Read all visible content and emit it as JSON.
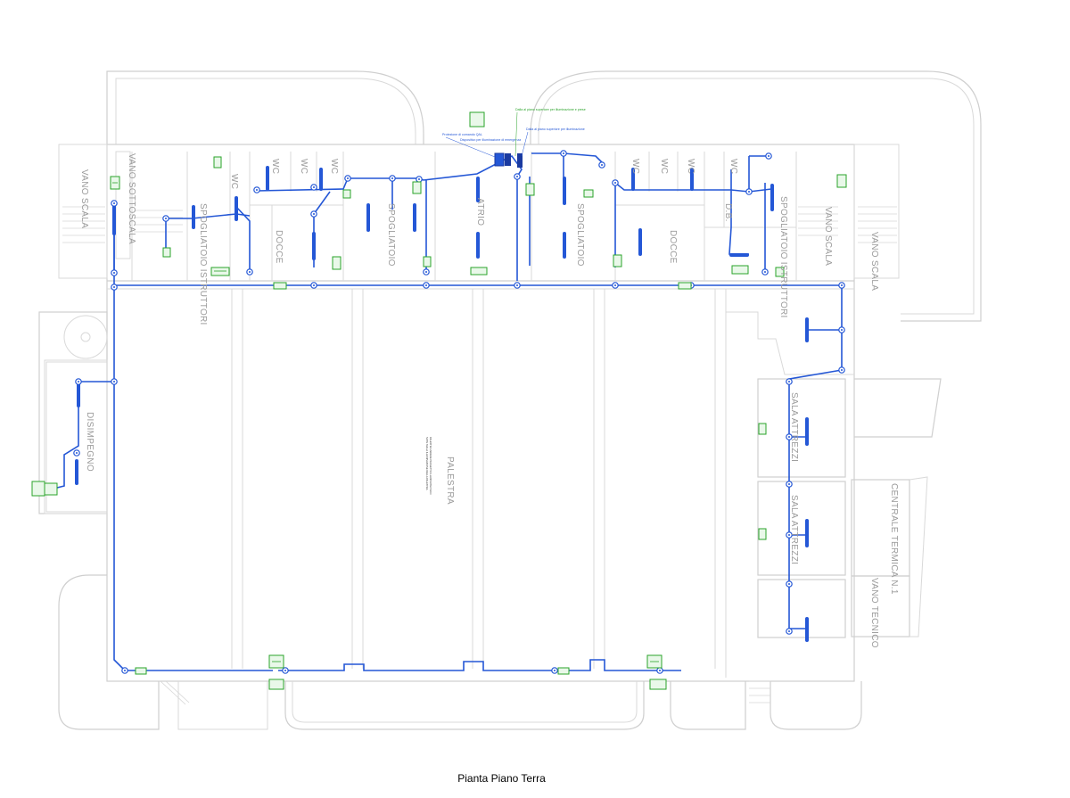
{
  "caption": "Pianta Piano Terra",
  "colors": {
    "wall": "#cfcfcf",
    "wire": "#2457d6",
    "switch": "#2aa32a",
    "label": "#9a9a9a"
  },
  "rooms": {
    "vano_scala_left": "VANO SCALA",
    "vano_sottoscala": "VANO SOTTOSCALA",
    "spogliatoio_istruttori_left": "SPOGLIATOIO ISTRUTTORI",
    "wc_1": "WC",
    "wc_2": "WC",
    "wc_3": "WC",
    "wc_4": "WC",
    "docce_left": "DOCCE",
    "spogliatoio_1": "SPOGLIATOIO",
    "atrio": "ATRIO",
    "spogliatoio_2": "SPOGLIATOIO",
    "wc_5": "WC",
    "wc_6": "WC",
    "wc_7": "WC",
    "wc_8": "WC",
    "docce_right": "DOCCE",
    "wc_db": "D.B.",
    "spogliatoio_istruttori_right": "SPOGLIATOIO ISTRUTTORI",
    "vano_scala_right_1": "VANO SCALA",
    "vano_scala_right_2": "VANO SCALA",
    "disimpegno": "DISIMPEGNO",
    "palestra": "PALESTRA",
    "sala_attrezzi_1": "SALA ATTREZZI",
    "sala_attrezzi_2": "SALA ATTREZZI",
    "centrale_termica": "CENTRALE TERMICA N.1",
    "vano_tecnico": "VANO TECNICO"
  },
  "annotations": {
    "a1": "Protezione di comando QAL",
    "a2": "Dispositivo per illuminazione di emergenza",
    "a3": "Dalla al piano superiore per illuminazione e prese",
    "a4": "Dalla al piano superiore per illuminazione",
    "palestra_note_1": "NOTE SULLA ILLUMINAZIONE DELLA PALESTRA",
    "palestra_note_2": "PALESTRA VEDERE PROGETTO ILLUMINOTECNICO"
  }
}
